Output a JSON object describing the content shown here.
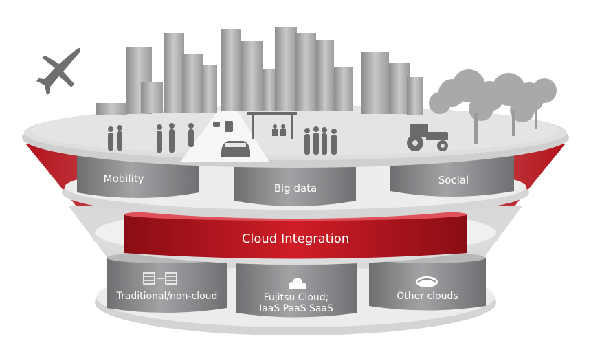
{
  "layers": {
    "top": {
      "labels": [
        "Mobility",
        "Big data",
        "Social"
      ]
    },
    "middle": {
      "band_label": "Cloud Integration"
    },
    "bottom": {
      "labels": [
        "Traditional/non-cloud",
        "Fujitsu Cloud;\nIaaS PaaS SaaS",
        "Other clouds"
      ]
    }
  },
  "icons": [
    "airplane-icon",
    "city-skyline-icon",
    "people-icon",
    "car-icon",
    "bus-stop-icon",
    "tractor-icon",
    "tree-icon",
    "server-rack-icon",
    "cloud-icon",
    "handshake-icon"
  ],
  "colors": {
    "cylinder_gray": "#8c8c8e",
    "platform_gray": "#e6e6e6",
    "accent_red": "#c0161f"
  }
}
